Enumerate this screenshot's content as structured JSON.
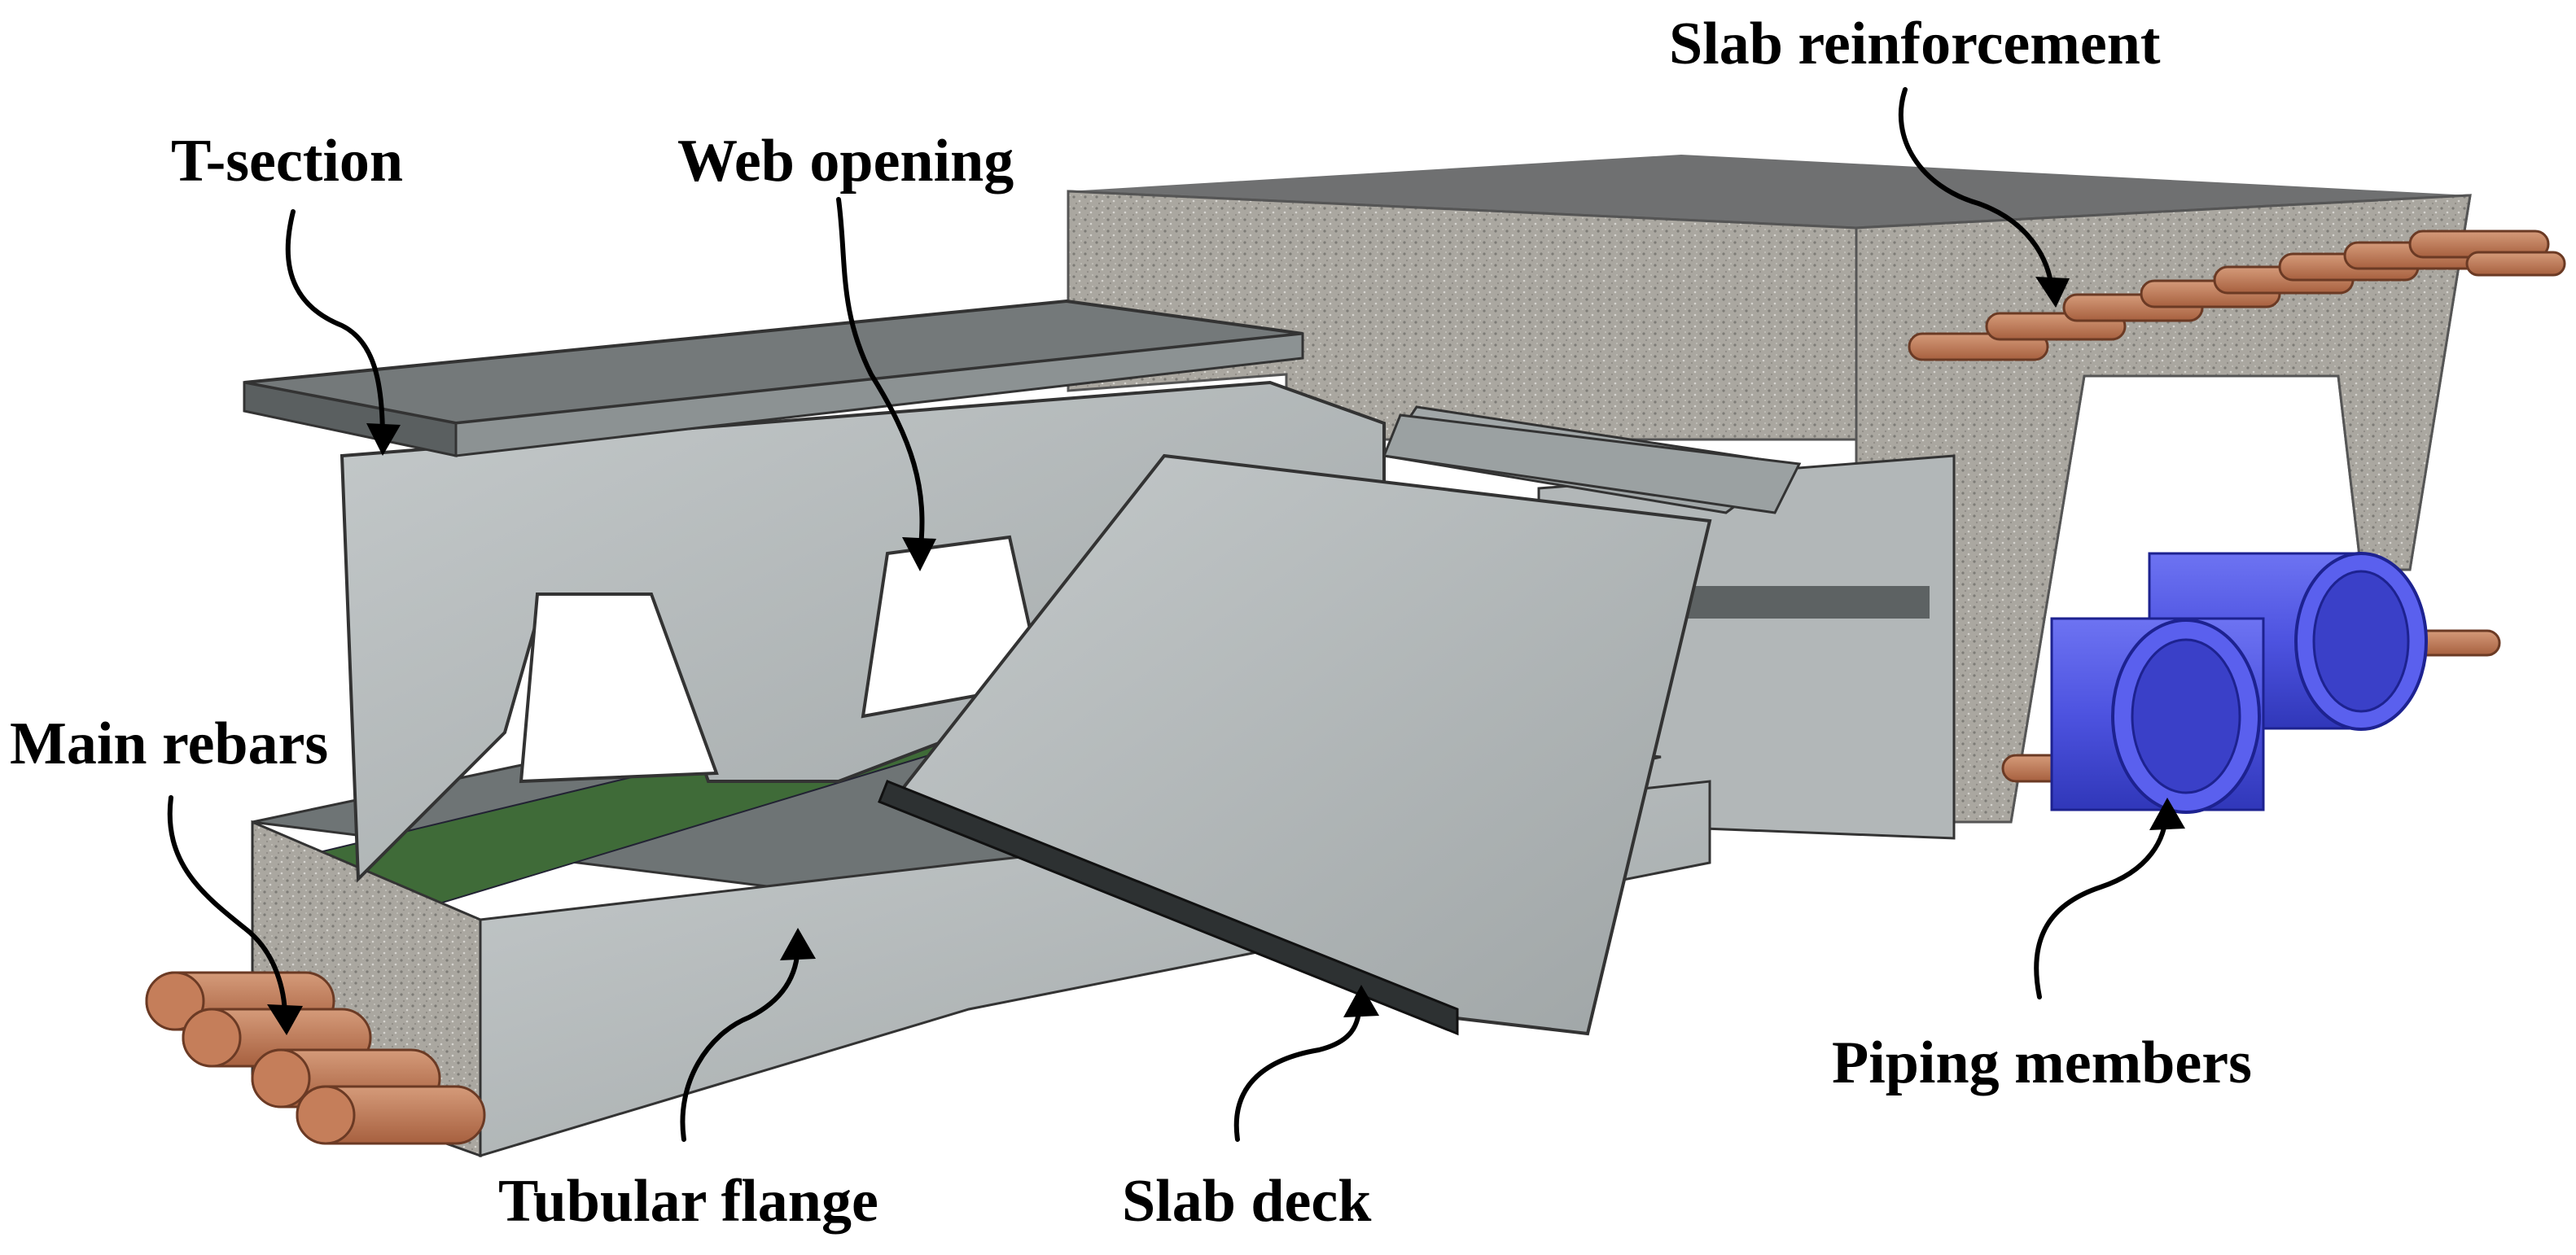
{
  "labels": {
    "t_section": "T-section",
    "web_opening": "Web opening",
    "slab_reinforcement": "Slab reinforcement",
    "main_rebars": "Main rebars",
    "tubular_flange": "Tubular flange",
    "slab_deck": "Slab deck",
    "piping_members": "Piping members"
  },
  "colors": {
    "concrete": "#a9a69f",
    "concrete_top": "#6d6e6f",
    "steel": "#b3b8b9",
    "steel_dark": "#8d9394",
    "rebar": "#c07a55",
    "pipe": "#4f55e6",
    "green_insert": "#3f6b38"
  }
}
